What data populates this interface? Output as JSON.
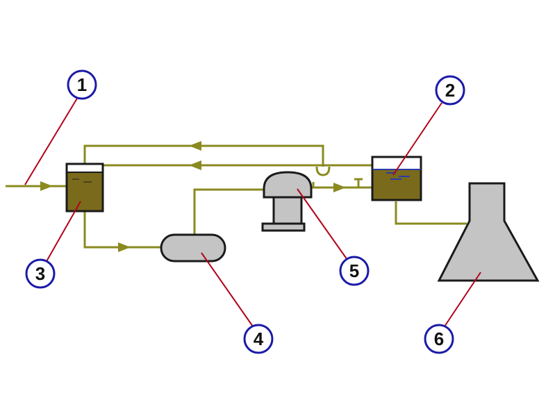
{
  "callouts": [
    {
      "id": "1",
      "label": "1"
    },
    {
      "id": "2",
      "label": "2"
    },
    {
      "id": "3",
      "label": "3"
    },
    {
      "id": "4",
      "label": "4"
    },
    {
      "id": "5",
      "label": "5"
    },
    {
      "id": "6",
      "label": "6"
    }
  ],
  "colors": {
    "pipe": "#8a8a20",
    "leader": "#b3001b",
    "callout_border": "#1a1aa8",
    "equipment_fill": "#c4c4c4",
    "liquid": "#7a6a1c",
    "water_mark": "#2a3ca8"
  }
}
